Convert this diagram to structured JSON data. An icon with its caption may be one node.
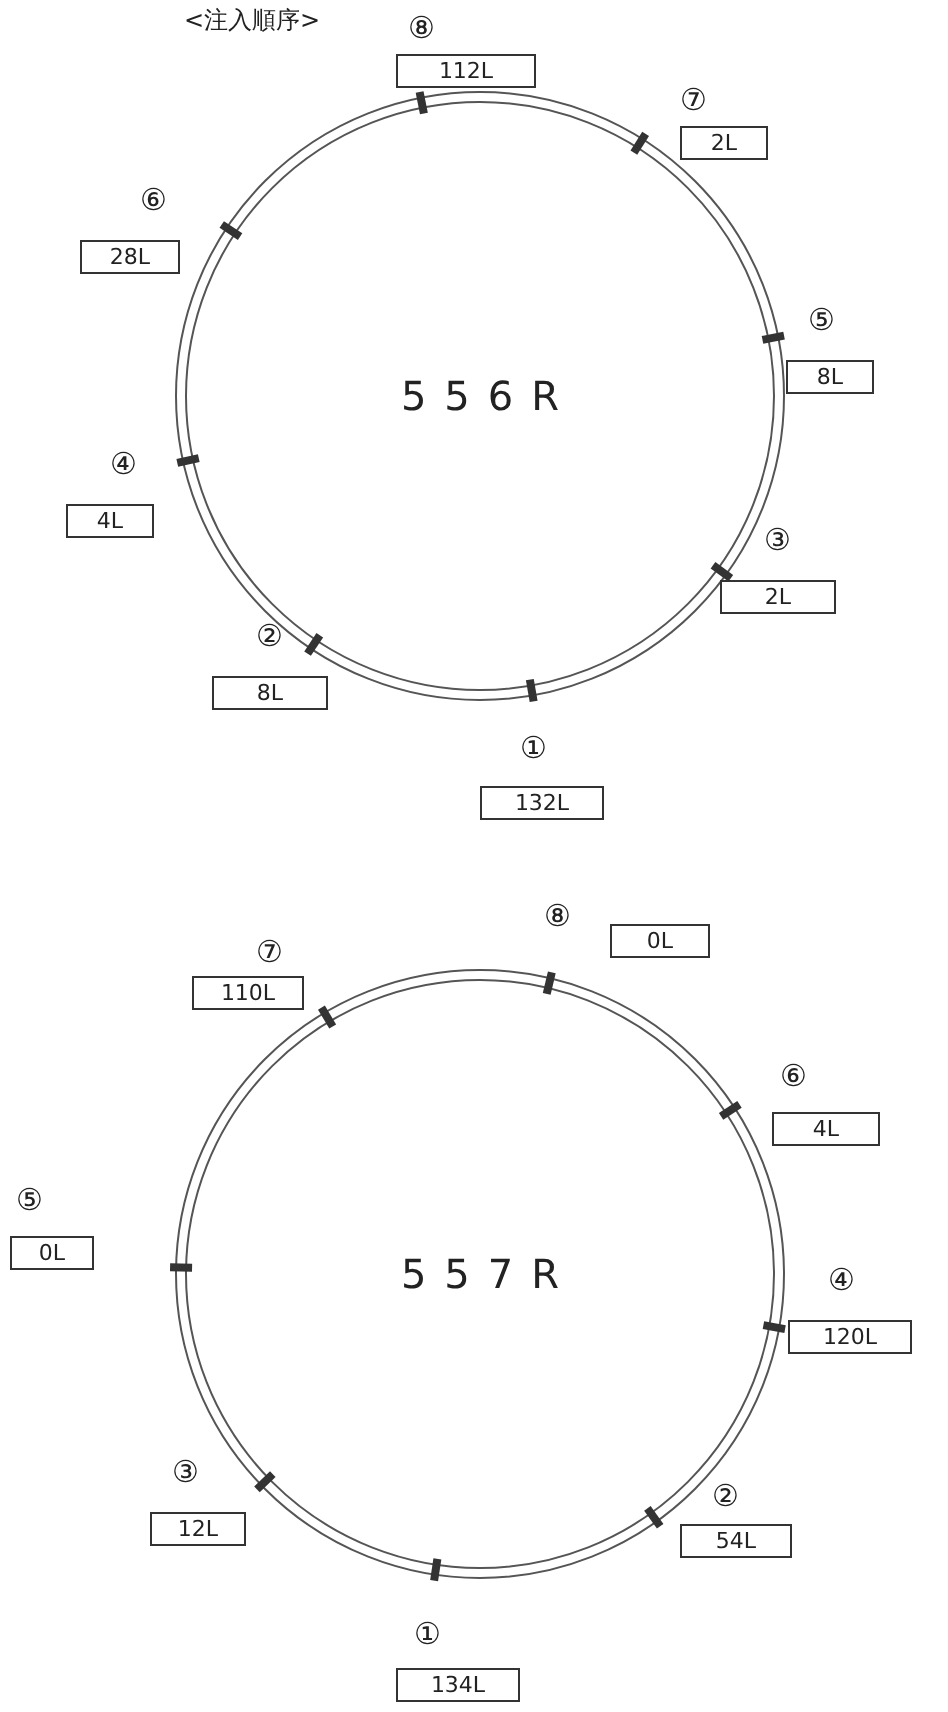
{
  "diagram": {
    "title": "<注入順序>",
    "nodes": [
      {
        "text": [
          "556R"
        ]
      },
      {
        "text": [
          "⑧",
          "112L"
        ]
      },
      {
        "text": [
          "⑦",
          "2L"
        ]
      },
      {
        "text": [
          "⑥",
          "28L"
        ]
      },
      {
        "text": [
          "⑤",
          "8L"
        ]
      },
      {
        "text": [
          "④",
          "4L"
        ]
      },
      {
        "text": [
          "③",
          "2L"
        ]
      },
      {
        "text": [
          "②",
          "8L"
        ]
      },
      {
        "text": [
          "①",
          "132L"
        ]
      },
      {
        "text": [
          "557R"
        ]
      },
      {
        "text": [
          "⑧",
          "0L"
        ]
      },
      {
        "text": [
          "⑦",
          "110L"
        ]
      },
      {
        "text": [
          "⑥",
          "4L"
        ]
      },
      {
        "text": [
          "⑤",
          "0L"
        ]
      },
      {
        "text": [
          "④",
          "120L"
        ]
      },
      {
        "text": [
          "③",
          "12L"
        ]
      },
      {
        "text": [
          "②",
          "54L"
        ]
      },
      {
        "text": [
          "①",
          "134L"
        ]
      }
    ],
    "edges": []
  }
}
